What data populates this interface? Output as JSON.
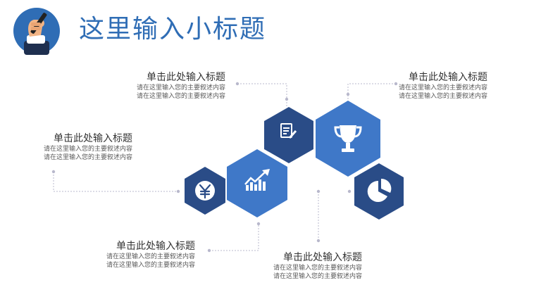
{
  "page": {
    "title": "这里输入小标题"
  },
  "labels": [
    {
      "id": "top-left",
      "heading": "单击此处输入标题",
      "lines": [
        "请在这里输入您的主要叙述内容",
        "请在这里输入您的主要叙述内容"
      ]
    },
    {
      "id": "top-right",
      "heading": "单击此处输入标题",
      "lines": [
        "请在这里输入您的主要叙述内容",
        "请在这里输入您的主要叙述内容"
      ]
    },
    {
      "id": "middle-left",
      "heading": "单击此处输入标题",
      "lines": [
        "请在这里输入您的主要叙述内容",
        "请在这里输入您的主要叙述内容"
      ]
    },
    {
      "id": "bottom-left",
      "heading": "单击此处输入标题",
      "lines": [
        "请在这里输入您的主要叙述内容",
        "请在这里输入您的主要叙述内容"
      ]
    },
    {
      "id": "bottom-right",
      "heading": "单击此处输入标题",
      "lines": [
        "请在这里输入您的主要叙述内容",
        "请在这里输入您的主要叙述内容"
      ]
    }
  ],
  "colors": {
    "dark_blue": "#2a4c87",
    "mid_blue": "#3f78c8",
    "connector": "#b8b8cc",
    "title": "#2f6db5"
  },
  "icons": [
    "document-pen-icon",
    "trophy-icon",
    "yen-coin-icon",
    "growth-chart-icon",
    "pie-chart-icon"
  ]
}
